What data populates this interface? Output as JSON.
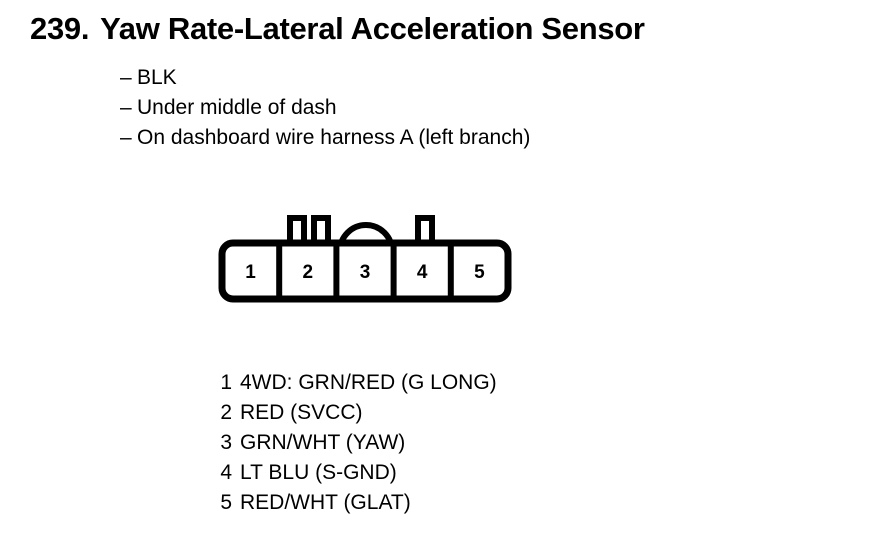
{
  "header": {
    "entry_number": "239.",
    "title": "Yaw Rate-Lateral Acceleration Sensor"
  },
  "notes": {
    "dash": "–",
    "items": [
      {
        "text": "BLK"
      },
      {
        "text": "Under middle of dash"
      },
      {
        "text": "On dashboard wire harness A (left branch)"
      }
    ]
  },
  "connector": {
    "cavity_labels": [
      "1",
      "2",
      "3",
      "4",
      "5"
    ],
    "cavity_count": 5,
    "stroke_color": "#000000",
    "fill_color": "#ffffff"
  },
  "pin_legend": [
    {
      "pin": "1",
      "label": "4WD: GRN/RED (G LONG)"
    },
    {
      "pin": "2",
      "label": "RED (SVCC)"
    },
    {
      "pin": "3",
      "label": "GRN/WHT (YAW)"
    },
    {
      "pin": "4",
      "label": "LT BLU (S-GND)"
    },
    {
      "pin": "5",
      "label": "RED/WHT (GLAT)"
    }
  ]
}
